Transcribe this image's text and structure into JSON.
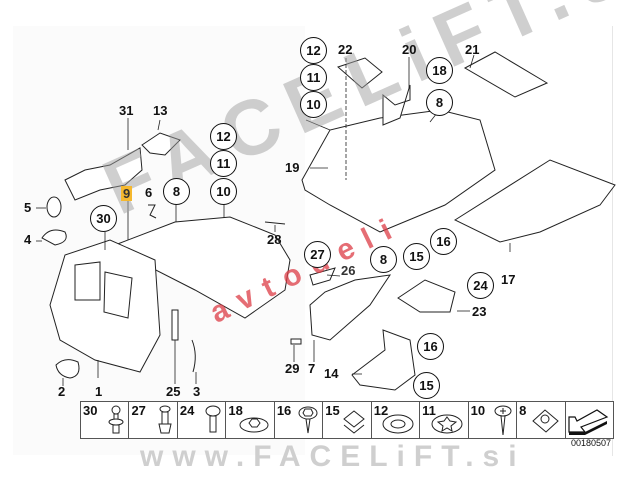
{
  "diagram": {
    "title": "Underbody shielding / front air duct parts diagram",
    "reference_code": "00180507",
    "highlighted_part": "9",
    "colors": {
      "highlight": "#f5b82e",
      "watermark_red": "#dc3c46",
      "watermark_gray": "#bfbfbf",
      "line": "#111111"
    }
  },
  "callouts": {
    "plain": [
      "31",
      "13",
      "6",
      "5",
      "4",
      "2",
      "1",
      "25",
      "3",
      "28",
      "19",
      "22",
      "20",
      "21",
      "26",
      "17",
      "23",
      "29",
      "7",
      "14",
      "9"
    ],
    "circled": [
      "12",
      "11",
      "10",
      "30",
      "8",
      "12",
      "11",
      "10",
      "18",
      "8",
      "27",
      "8",
      "15",
      "16",
      "24",
      "16",
      "15"
    ]
  },
  "labels": {
    "l31": "31",
    "l13": "13",
    "l9": "9",
    "l6": "6",
    "l5": "5",
    "l4": "4",
    "l2": "2",
    "l1": "1",
    "l25": "25",
    "l3": "3",
    "l28": "28",
    "l19": "19",
    "l22": "22",
    "l20": "20",
    "l21": "21",
    "l26": "26",
    "l17": "17",
    "l23": "23",
    "l29": "29",
    "l7": "7",
    "l14": "14",
    "c30": "30",
    "c8a": "8",
    "c12a": "12",
    "c11a": "11",
    "c10a": "10",
    "c12b": "12",
    "c11b": "11",
    "c10b": "10",
    "c18": "18",
    "c8b": "8",
    "c27": "27",
    "c8c": "8",
    "c15a": "15",
    "c16a": "16",
    "c24": "24",
    "c16b": "16",
    "c15b": "15"
  },
  "legend": [
    {
      "number": "30",
      "icon": "expanding-rivet-icon"
    },
    {
      "number": "27",
      "icon": "plastic-rivet-icon"
    },
    {
      "number": "24",
      "icon": "push-rivet-icon"
    },
    {
      "number": "18",
      "icon": "hex-nut-washer-icon"
    },
    {
      "number": "16",
      "icon": "hex-screw-collar-icon"
    },
    {
      "number": "15",
      "icon": "spring-nut-icon"
    },
    {
      "number": "12",
      "icon": "washer-icon"
    },
    {
      "number": "11",
      "icon": "star-washer-icon"
    },
    {
      "number": "10",
      "icon": "phillips-screw-icon"
    },
    {
      "number": "8",
      "icon": "clip-nut-icon"
    },
    {
      "number": "",
      "icon": "direction-arrow-icon"
    }
  ],
  "watermarks": {
    "footer": "www.FACELiFT.si",
    "diagonal": "FACELiFT.si",
    "red": "avtodeli"
  }
}
